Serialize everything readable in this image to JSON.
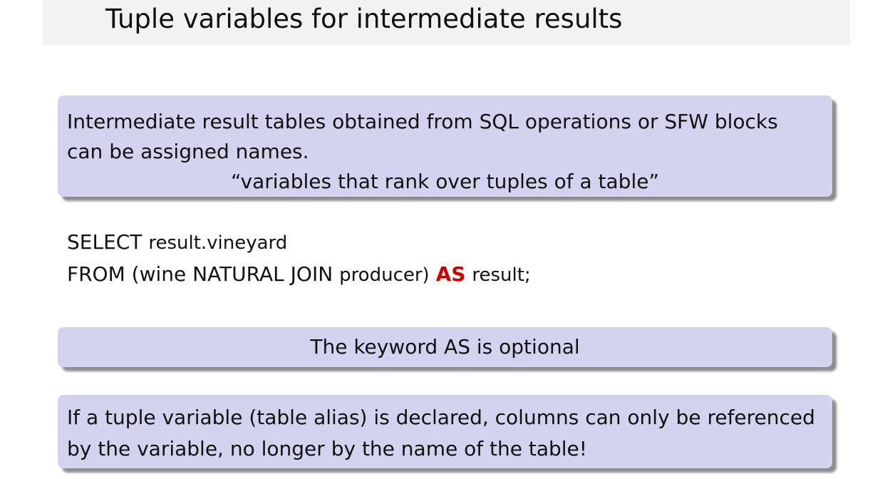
{
  "slide": {
    "title": "Tuple variables for intermediate results"
  },
  "block1": {
    "line1": "Intermediate result tables obtained from SQL operations or SFW blocks",
    "line2": "can be assigned names.",
    "quote": "“variables that rank over tuples of a table”"
  },
  "code": {
    "line1_keyword": "SELECT",
    "line1_rest": "result.vineyard",
    "line2_keyword": "FROM",
    "line2_open": "(wine NATURAL JOIN",
    "line2_table": "producer)",
    "line2_as": "AS",
    "line2_rest": "result;"
  },
  "block2": {
    "text": "The keyword AS is optional"
  },
  "block3": {
    "line1": "If a tuple variable (table alias) is declared, columns can only be referenced",
    "line2": "by the variable, no longer by the name of the table!"
  },
  "colors": {
    "block_background": "#d3d3ef",
    "highlight_keyword": "#cc0000",
    "title_bar": "#f2f2f2"
  }
}
